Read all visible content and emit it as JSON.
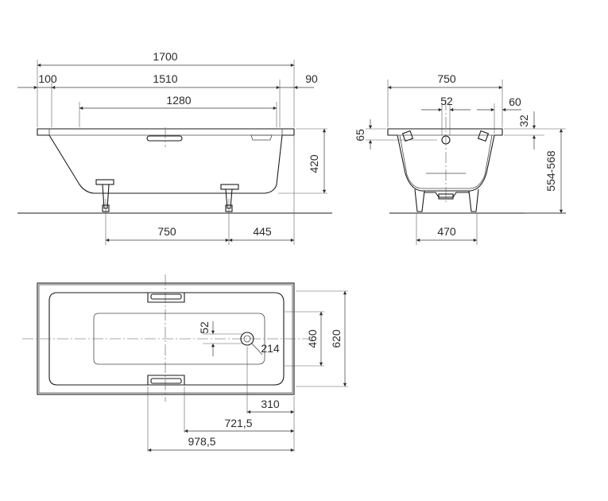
{
  "side_view": {
    "dim_overall": "1700",
    "dim_left_rim": "100",
    "dim_inner": "1510",
    "dim_right_rim": "90",
    "dim_bottom": "1280",
    "dim_height": "420",
    "dim_feet_spacing": "750",
    "dim_foot_offset": "445"
  },
  "end_view": {
    "dim_width": "750",
    "dim_drain": "52",
    "dim_rim_right": "60",
    "dim_rim_height": "65",
    "dim_rim_top": "32",
    "dim_total_height": "554-568",
    "dim_feet_width": "470"
  },
  "plan_view": {
    "dim_drain_offset": "52",
    "dim_drain_radius": "214",
    "dim_inner_width": "460",
    "dim_outer_width": "620",
    "dim_drain_to_end": "310",
    "dim_handle_to_drain": "721,5",
    "dim_handle_to_end": "978,5"
  }
}
